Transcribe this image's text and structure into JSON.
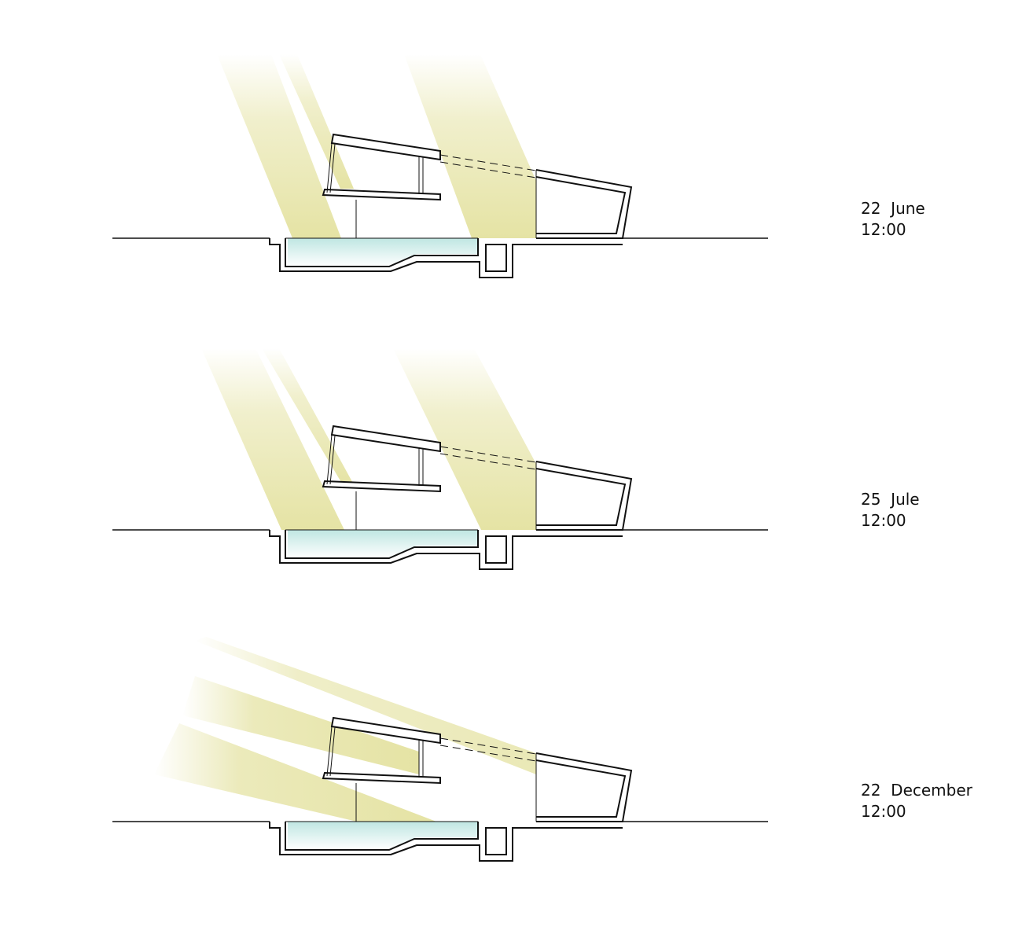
{
  "colors": {
    "sunlight": "#e5e3a4",
    "water": "#bfe6e2",
    "line": "#111111",
    "background": "#ffffff"
  },
  "sections": [
    {
      "date": "22  June",
      "time": "12:00",
      "sun": "high"
    },
    {
      "date": "25  Jule",
      "time": "12:00",
      "sun": "medium"
    },
    {
      "date": "22  December",
      "time": "12:00",
      "sun": "low"
    }
  ]
}
